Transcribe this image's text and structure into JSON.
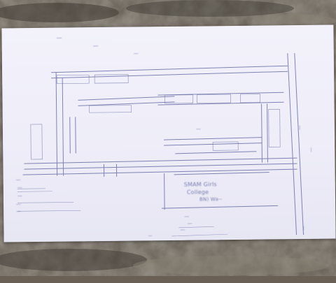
{
  "photo": {
    "subject": "handwritten site map on paper lying on stone",
    "colors": {
      "paper": "#f0effa",
      "ink": "#5b5f9c",
      "stone_dark": "#3f3a33",
      "stone_light": "#8a8276"
    }
  },
  "note": {
    "header_line_1": "—",
    "header_line_2": "—",
    "header_line_3": "—",
    "label_center": "—",
    "label_college_1": "SMAM Girls",
    "label_college_2": "College",
    "label_college_3": "BN) Wa--",
    "left_notes": [
      "—",
      "—",
      "—",
      "—",
      "—"
    ],
    "signature_lines": [
      "—",
      "—",
      "—",
      "—"
    ],
    "right_vertical_labels": [
      "—",
      "—",
      "—"
    ]
  }
}
